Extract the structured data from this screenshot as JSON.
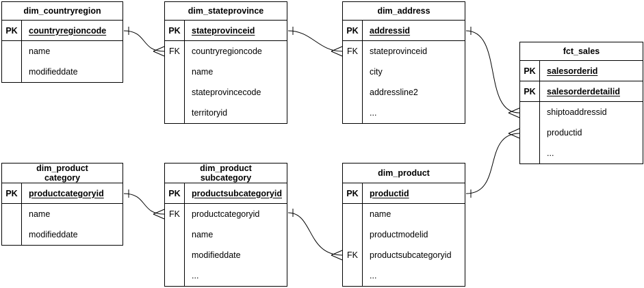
{
  "diagram": {
    "type": "entity-relationship",
    "notation": "crows-foot",
    "background_color": "#ffffff",
    "stroke_color": "#000000",
    "text_color": "#000000",
    "tables": {
      "dim_countryregion": {
        "title": "dim_countryregion",
        "rows": [
          {
            "key": "PK",
            "field": "countryregioncode"
          },
          {
            "key": "",
            "field": "name"
          },
          {
            "key": "",
            "field": "modifieddate"
          }
        ]
      },
      "dim_stateprovince": {
        "title": "dim_stateprovince",
        "rows": [
          {
            "key": "PK",
            "field": "stateprovinceid"
          },
          {
            "key": "FK",
            "field": "countryregioncode"
          },
          {
            "key": "",
            "field": "name"
          },
          {
            "key": "",
            "field": "stateprovincecode"
          },
          {
            "key": "",
            "field": "territoryid"
          }
        ]
      },
      "dim_address": {
        "title": "dim_address",
        "rows": [
          {
            "key": "PK",
            "field": "addressid"
          },
          {
            "key": "FK",
            "field": "stateprovinceid"
          },
          {
            "key": "",
            "field": "city"
          },
          {
            "key": "",
            "field": "addressline2"
          },
          {
            "key": "",
            "field": "..."
          }
        ]
      },
      "fct_sales": {
        "title": "fct_sales",
        "rows": [
          {
            "key": "PK",
            "field": "salesorderid"
          },
          {
            "key": "PK",
            "field": "salesorderdetailid"
          },
          {
            "key": "",
            "field": "shiptoaddressid"
          },
          {
            "key": "",
            "field": "productid"
          },
          {
            "key": "",
            "field": "..."
          }
        ]
      },
      "dim_product_category": {
        "title": "dim_product\ncategory",
        "rows": [
          {
            "key": "PK",
            "field": "productcategoryid"
          },
          {
            "key": "",
            "field": "name"
          },
          {
            "key": "",
            "field": "modifieddate"
          }
        ]
      },
      "dim_product_subcategory": {
        "title": "dim_product\nsubcategory",
        "rows": [
          {
            "key": "PK",
            "field": "productsubcategoryid"
          },
          {
            "key": "FK",
            "field": "productcategoryid"
          },
          {
            "key": "",
            "field": "name"
          },
          {
            "key": "",
            "field": "modifieddate"
          },
          {
            "key": "",
            "field": "..."
          }
        ]
      },
      "dim_product": {
        "title": "dim_product",
        "rows": [
          {
            "key": "PK",
            "field": "productid"
          },
          {
            "key": "",
            "field": "name"
          },
          {
            "key": "",
            "field": "productmodelid"
          },
          {
            "key": "FK",
            "field": "productsubcategoryid"
          },
          {
            "key": "",
            "field": "..."
          }
        ]
      }
    },
    "relationships": [
      {
        "from": "dim_countryregion.countryregioncode",
        "to": "dim_stateprovince.countryregioncode",
        "cardinality": "one-to-many"
      },
      {
        "from": "dim_stateprovince.stateprovinceid",
        "to": "dim_address.stateprovinceid",
        "cardinality": "one-to-many"
      },
      {
        "from": "dim_address.addressid",
        "to": "fct_sales.shiptoaddressid",
        "cardinality": "one-to-many"
      },
      {
        "from": "dim_product.productid",
        "to": "fct_sales.productid",
        "cardinality": "one-to-many"
      },
      {
        "from": "dim_product_category.productcategoryid",
        "to": "dim_product_subcategory.productcategoryid",
        "cardinality": "one-to-many"
      },
      {
        "from": "dim_product_subcategory.productsubcategoryid",
        "to": "dim_product.productsubcategoryid",
        "cardinality": "one-to-many"
      }
    ]
  }
}
